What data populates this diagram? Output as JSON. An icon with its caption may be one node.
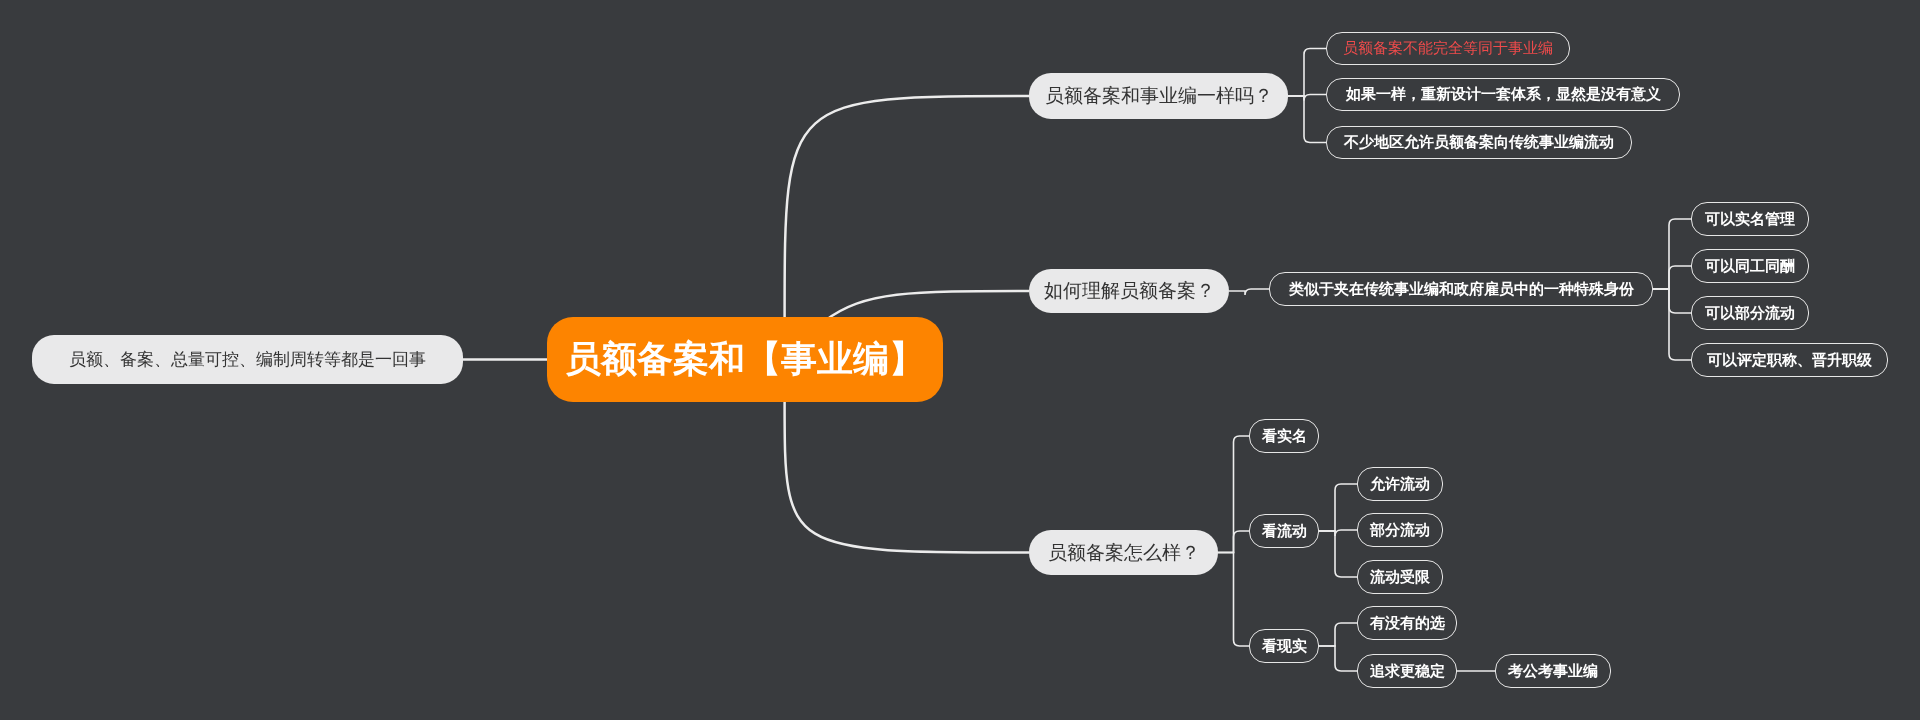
{
  "diagram": {
    "nodes": [
      {
        "text": [
          "员额备案和【事业编】"
        ]
      },
      {
        "text": [
          "员额、备案、总量可控、编制周转等都是一回事"
        ]
      },
      {
        "text": [
          "员额备案和事业编一样吗？"
        ]
      },
      {
        "text": [
          "员额备案不能完全等同于事业编"
        ]
      },
      {
        "text": [
          "如果一样，重新设计一套体系，显然是没有意义"
        ]
      },
      {
        "text": [
          "不少地区允许员额备案向传统事业编流动"
        ]
      },
      {
        "text": [
          "如何理解员额备案？"
        ]
      },
      {
        "text": [
          "类似于夹在传统事业编和政府雇员中的一种特殊身份"
        ]
      },
      {
        "text": [
          "可以实名管理"
        ]
      },
      {
        "text": [
          "可以同工同酬"
        ]
      },
      {
        "text": [
          "可以部分流动"
        ]
      },
      {
        "text": [
          "可以评定职称、晋升职级"
        ]
      },
      {
        "text": [
          "员额备案怎么样？"
        ]
      },
      {
        "text": [
          "看实名"
        ]
      },
      {
        "text": [
          "看流动"
        ]
      },
      {
        "text": [
          "允许流动"
        ]
      },
      {
        "text": [
          "部分流动"
        ]
      },
      {
        "text": [
          "流动受限"
        ]
      },
      {
        "text": [
          "看现实"
        ]
      },
      {
        "text": [
          "有没有的选"
        ]
      },
      {
        "text": [
          "追求更稳定"
        ]
      },
      {
        "text": [
          "考公考事业编"
        ]
      }
    ],
    "edges": [
      {
        "from": 0,
        "to": 1,
        "arrow": "none"
      },
      {
        "from": 0,
        "to": 2,
        "arrow": "none"
      },
      {
        "from": 2,
        "to": 3,
        "arrow": "none"
      },
      {
        "from": 2,
        "to": 4,
        "arrow": "none"
      },
      {
        "from": 2,
        "to": 5,
        "arrow": "none"
      },
      {
        "from": 0,
        "to": 6,
        "arrow": "none"
      },
      {
        "from": 6,
        "to": 7,
        "arrow": "none"
      },
      {
        "from": 7,
        "to": 8,
        "arrow": "none"
      },
      {
        "from": 7,
        "to": 9,
        "arrow": "none"
      },
      {
        "from": 7,
        "to": 10,
        "arrow": "none"
      },
      {
        "from": 7,
        "to": 11,
        "arrow": "none"
      },
      {
        "from": 0,
        "to": 12,
        "arrow": "none"
      },
      {
        "from": 12,
        "to": 13,
        "arrow": "none"
      },
      {
        "from": 12,
        "to": 14,
        "arrow": "none"
      },
      {
        "from": 14,
        "to": 15,
        "arrow": "none"
      },
      {
        "from": 14,
        "to": 16,
        "arrow": "none"
      },
      {
        "from": 14,
        "to": 17,
        "arrow": "none"
      },
      {
        "from": 12,
        "to": 18,
        "arrow": "none"
      },
      {
        "from": 18,
        "to": 19,
        "arrow": "none"
      },
      {
        "from": 18,
        "to": 20,
        "arrow": "none"
      },
      {
        "from": 20,
        "to": 21,
        "arrow": "none"
      }
    ]
  }
}
